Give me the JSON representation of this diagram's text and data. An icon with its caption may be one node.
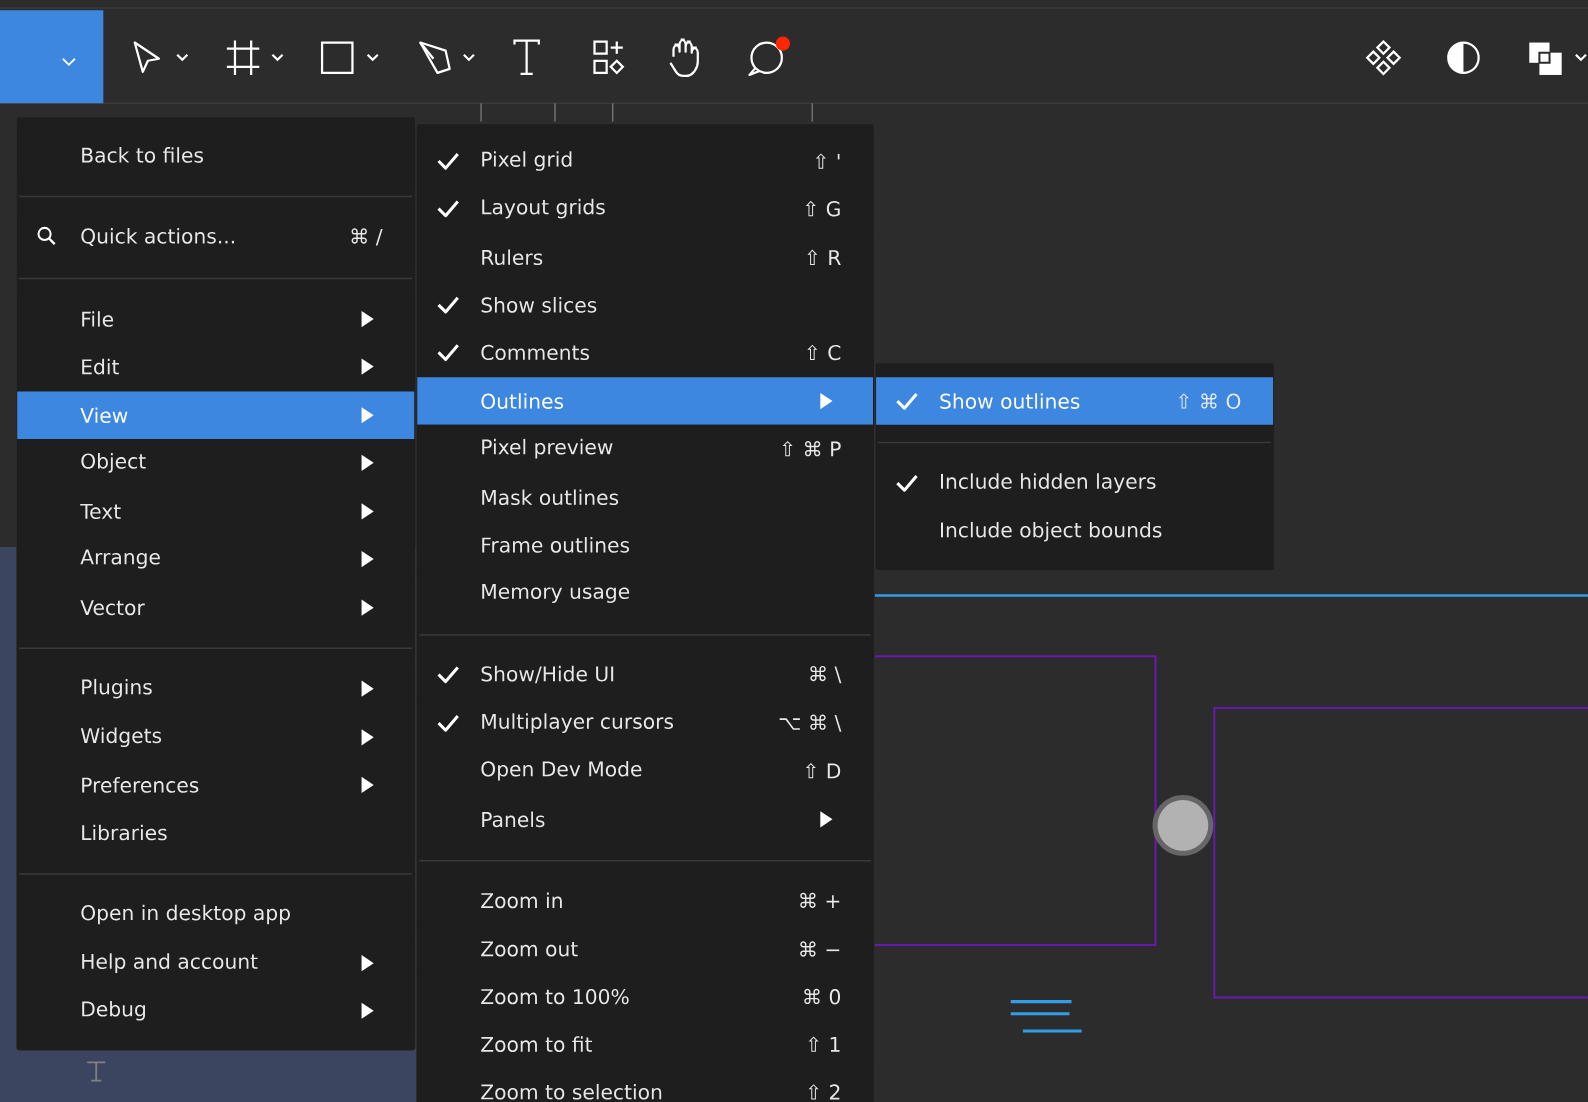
{
  "diagram": {
    "nodes": [
      {
        "text": [],
        "shape": "box"
      },
      {
        "text": [
          "Back to files"
        ],
        "in": 0
      },
      {
        "text": [
          "Quick actions...",
          "⌘ /"
        ],
        "in": 0
      },
      {
        "text": [
          "File"
        ],
        "in": 0
      },
      {
        "text": [
          "Edit"
        ],
        "in": 0
      },
      {
        "text": [
          "View"
        ],
        "in": 0
      },
      {
        "text": [
          "Object"
        ],
        "in": 0
      },
      {
        "text": [
          "Text"
        ],
        "in": 0
      },
      {
        "text": [
          "Arrange"
        ],
        "in": 0
      },
      {
        "text": [
          "Vector"
        ],
        "in": 0
      },
      {
        "text": [
          "Plugins"
        ],
        "in": 0
      },
      {
        "text": [
          "Widgets"
        ],
        "in": 0
      },
      {
        "text": [
          "Preferences"
        ],
        "in": 0
      },
      {
        "text": [
          "Libraries"
        ],
        "in": 0
      },
      {
        "text": [
          "Open in desktop app"
        ],
        "in": 0
      },
      {
        "text": [
          "Help and account"
        ],
        "in": 0
      },
      {
        "text": [
          "Debug"
        ],
        "in": 0
      },
      {
        "text": [],
        "shape": "box"
      },
      {
        "text": [
          "Pixel grid",
          "⇧ '"
        ],
        "in": 17
      },
      {
        "text": [
          "Layout grids",
          "⇧ G"
        ],
        "in": 17
      },
      {
        "text": [
          "Rulers",
          "⇧ R"
        ],
        "in": 17
      },
      {
        "text": [
          "Show slices"
        ],
        "in": 17
      },
      {
        "text": [
          "Comments",
          "⇧ C"
        ],
        "in": 17
      },
      {
        "text": [
          "Outlines"
        ],
        "in": 17
      },
      {
        "text": [
          "Pixel preview",
          "⇧ ⌘ P"
        ],
        "in": 17
      },
      {
        "text": [
          "Mask outlines"
        ],
        "in": 17
      },
      {
        "text": [
          "Frame outlines"
        ],
        "in": 17
      },
      {
        "text": [
          "Memory usage"
        ],
        "in": 17
      },
      {
        "text": [
          "Show/Hide UI",
          "⌘ \\"
        ],
        "in": 17
      },
      {
        "text": [
          "Multiplayer cursors",
          "⌥ ⌘ \\"
        ],
        "in": 17
      },
      {
        "text": [
          "Open Dev Mode",
          "⇧ D"
        ],
        "in": 17
      },
      {
        "text": [
          "Panels"
        ],
        "in": 17
      },
      {
        "text": [
          "Zoom in",
          "⌘ +"
        ],
        "in": 17
      },
      {
        "text": [
          "Zoom out",
          "⌘ −"
        ],
        "in": 17
      },
      {
        "text": [
          "Zoom to 100%",
          "⌘ 0"
        ],
        "in": 17
      },
      {
        "text": [
          "Zoom to fit",
          "⇧ 1"
        ],
        "in": 17
      },
      {
        "text": [
          "Zoom to selection",
          "⇧ 2"
        ],
        "in": 17
      },
      {
        "text": [],
        "shape": "box"
      },
      {
        "text": [
          "Show outlines",
          "⇧ ⌘ O"
        ],
        "in": 37
      },
      {
        "text": [
          "Include hidden layers"
        ],
        "in": 37
      },
      {
        "text": [
          "Include object bounds"
        ],
        "in": 37
      }
    ]
  }
}
